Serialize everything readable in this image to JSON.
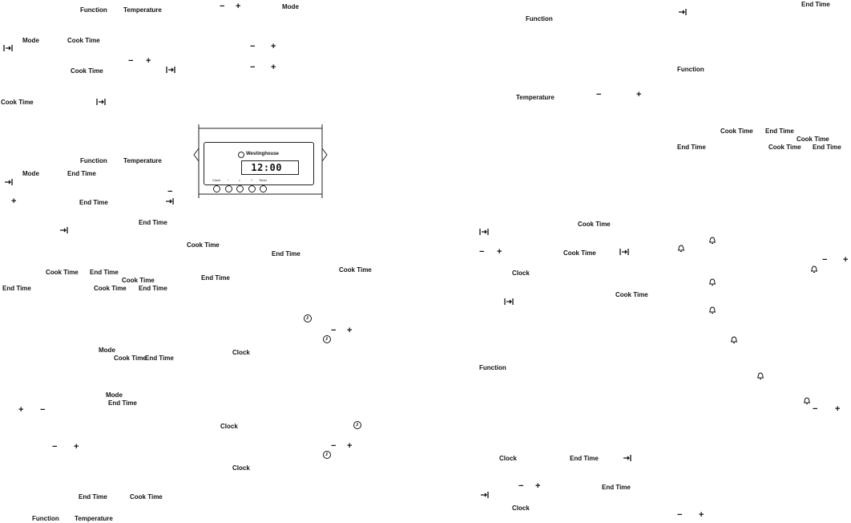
{
  "labels": {
    "function": "Function",
    "temperature": "Temperature",
    "mode": "Mode",
    "cook_time": "Cook Time",
    "end_time": "End Time",
    "clock": "Clock",
    "minus": "−",
    "plus": "+"
  },
  "icons": {
    "tab": "tab-to-end-icon",
    "bell": "bell-icon",
    "clock": "clock-icon"
  },
  "panel": {
    "brand": "Westinghouse",
    "display_time": "12:00",
    "buttons": [
      "Clock",
      "−",
      "bell",
      "+",
      "Timer"
    ]
  }
}
